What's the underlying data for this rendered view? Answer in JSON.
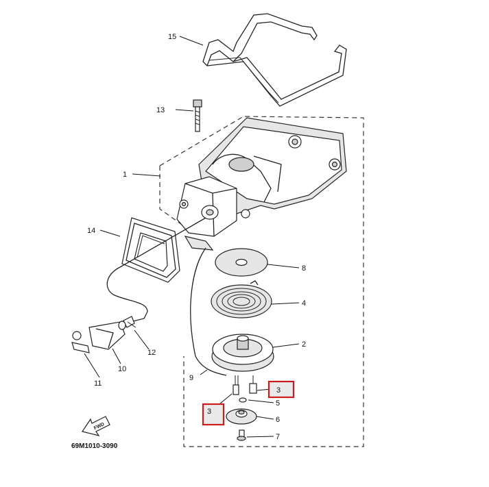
{
  "diagram": {
    "part_code": "69M1010-3090",
    "fwd_label": "FWD",
    "callouts": {
      "c1": "1",
      "c2": "2",
      "c3a": "3",
      "c3b": "3",
      "c4": "4",
      "c5": "5",
      "c6": "6",
      "c7": "7",
      "c8": "8",
      "c9": "9",
      "c10": "10",
      "c11": "11",
      "c12": "12",
      "c13": "13",
      "c14": "14",
      "c15": "15"
    },
    "highlight_color": "#cc1b1b"
  }
}
